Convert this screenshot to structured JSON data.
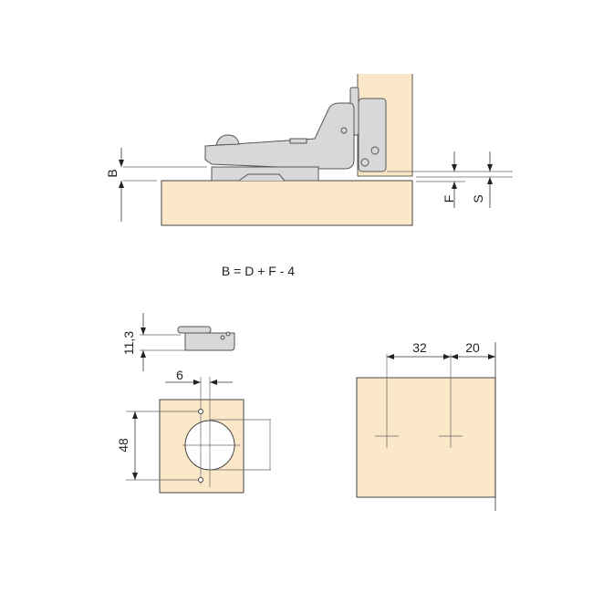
{
  "side_view": {
    "label_b": "B",
    "label_f": "F",
    "label_s": "S",
    "formula": "B = D + F - 4"
  },
  "mounting_plate": {
    "height_label": "11,3",
    "offset_label": "6",
    "spacing_label": "48"
  },
  "drilling_view": {
    "spacing_label": "32",
    "edge_label": "20"
  },
  "colors": {
    "wood": "#fbe8c9",
    "metal": "#d8d8d8",
    "line": "#333333"
  }
}
